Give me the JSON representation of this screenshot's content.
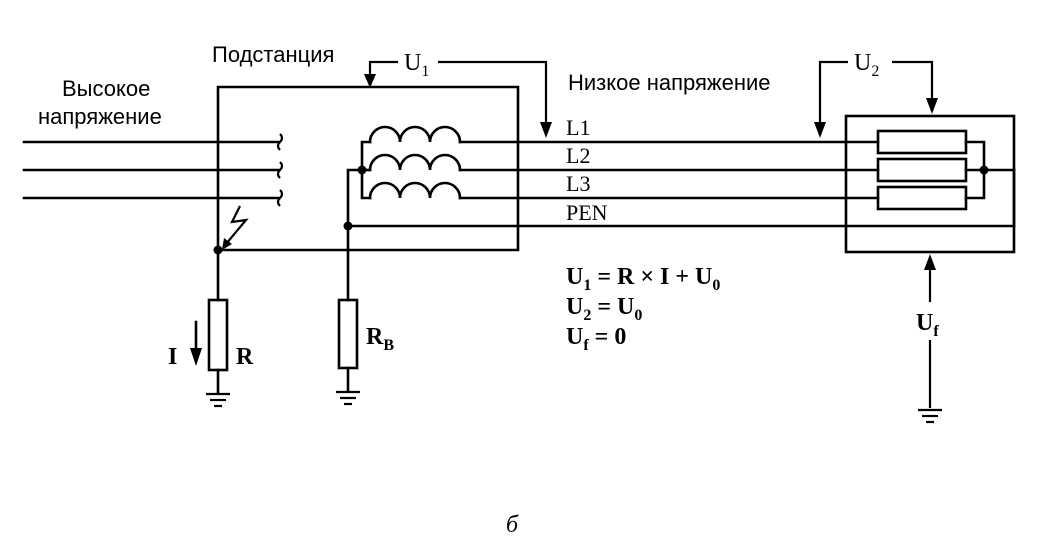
{
  "labels": {
    "high_voltage_line1": "Высокое",
    "high_voltage_line2": "напряжение",
    "substation": "Подстанция",
    "low_voltage": "Низкое напряжение",
    "u1_main": "U",
    "u1_sub": "1",
    "u2_main": "U",
    "u2_sub": "2",
    "uf_main": "U",
    "uf_sub": "f",
    "l1": "L1",
    "l2": "L2",
    "l3": "L3",
    "pen": "PEN",
    "current": "I",
    "resistor_r": "R",
    "resistor_rb_main": "R",
    "resistor_rb_sub": "B",
    "figure_letter": "б"
  },
  "equations": {
    "eq1": [
      "U",
      "1",
      " = R × I + U",
      "0"
    ],
    "eq2": [
      "U",
      "2",
      " = U",
      "0"
    ],
    "eq3": [
      "U",
      "f",
      " = 0",
      ""
    ]
  }
}
